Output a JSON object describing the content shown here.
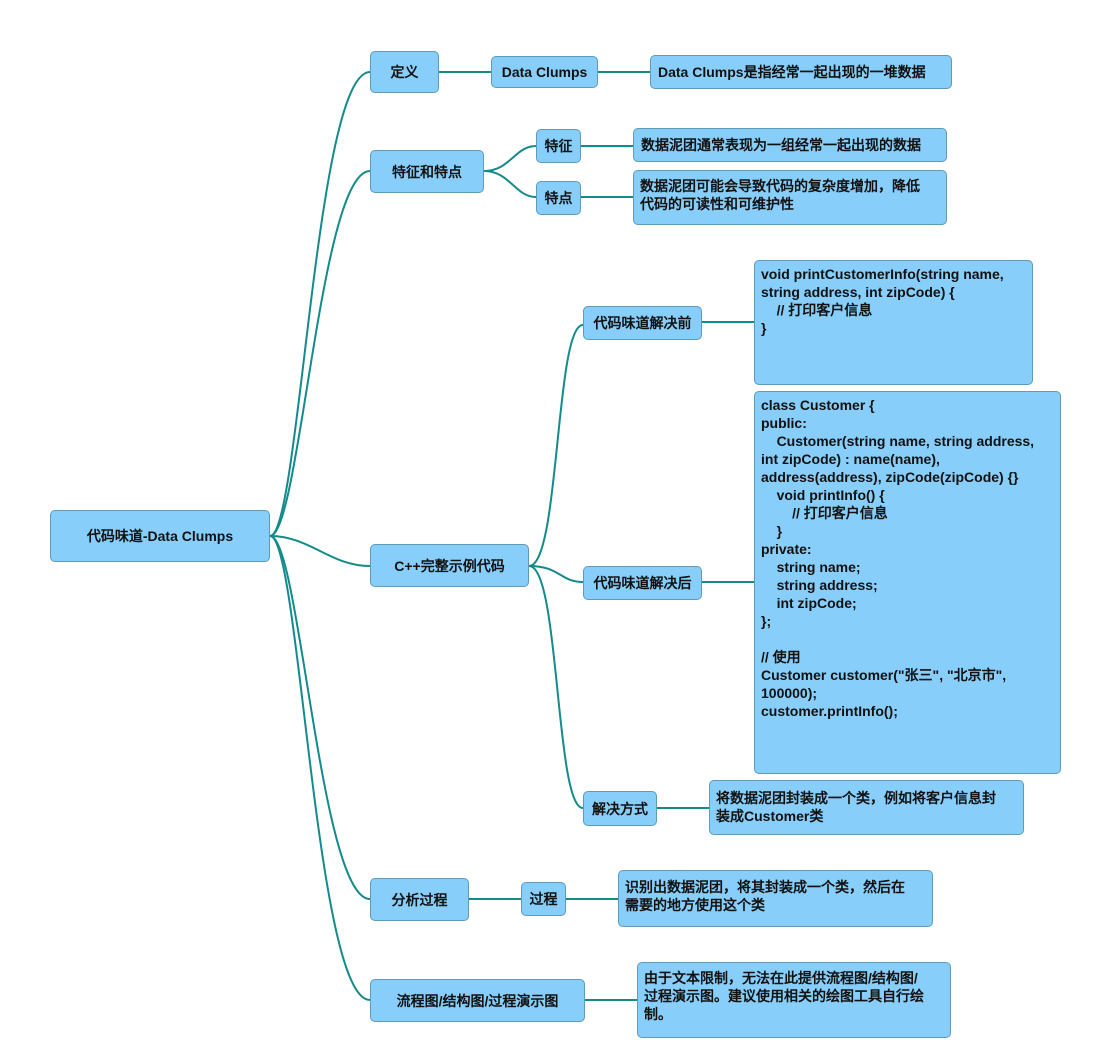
{
  "root": "代码味道-Data Clumps",
  "definition": {
    "label": "定义",
    "term": "Data Clumps",
    "description": "Data Clumps是指经常一起出现的一堆数据"
  },
  "features": {
    "label": "特征和特点",
    "feature_label": "特征",
    "feature_desc": "数据泥团通常表现为一组经常一起出现的数据",
    "trait_label": "特点",
    "trait_desc": "数据泥团可能会导致代码的复杂度增加，降低\n代码的可读性和可维护性"
  },
  "cpp_example": {
    "label": "C++完整示例代码",
    "before_label": "代码味道解决前",
    "before_code": "void printCustomerInfo(string name,\nstring address, int zipCode) {\n    // 打印客户信息\n}",
    "after_label": "代码味道解决后",
    "after_code": "class Customer {\npublic:\n    Customer(string name, string address,\nint zipCode) : name(name),\naddress(address), zipCode(zipCode) {}\n    void printInfo() {\n        // 打印客户信息\n    }\nprivate:\n    string name;\n    string address;\n    int zipCode;\n};\n\n// 使用\nCustomer customer(\"张三\", \"北京市\",\n100000);\ncustomer.printInfo();",
    "solution_label": "解决方式",
    "solution_desc": "将数据泥团封装成一个类，例如将客户信息封\n装成Customer类"
  },
  "analysis": {
    "label": "分析过程",
    "process_label": "过程",
    "process_desc": "识别出数据泥团，将其封装成一个类，然后在\n需要的地方使用这个类"
  },
  "flowchart": {
    "label": "流程图/结构图/过程演示图",
    "description": "由于文本限制，无法在此提供流程图/结构图/\n过程演示图。建议使用相关的绘图工具自行绘\n制。"
  }
}
